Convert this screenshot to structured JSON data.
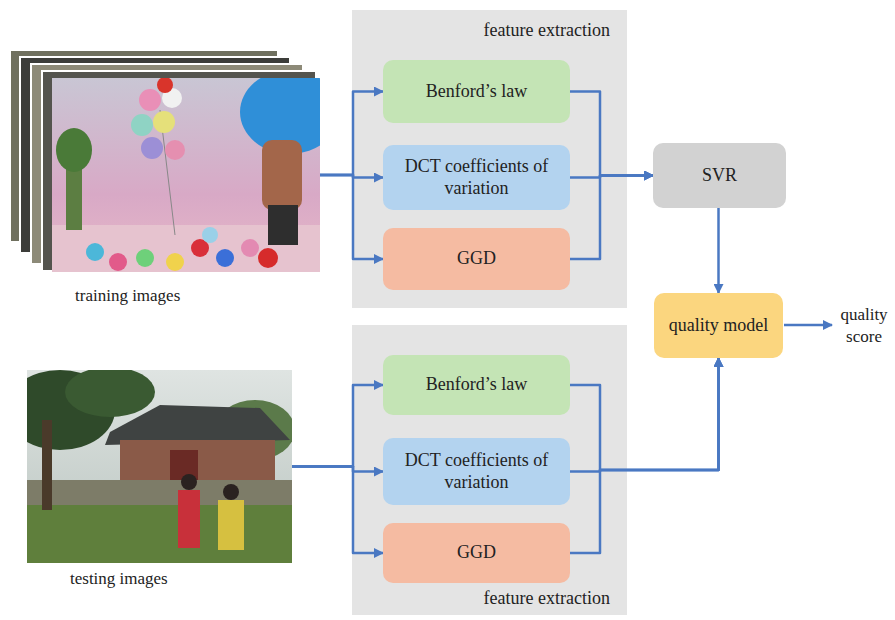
{
  "diagram": {
    "nodes": [
      {
        "text": [
          "training images"
        ]
      },
      {
        "text": [
          "feature extraction"
        ]
      },
      {
        "text": [
          "Benford’s law"
        ],
        "in": 1
      },
      {
        "text": [
          "DCT coefficients of variation"
        ],
        "in": 1
      },
      {
        "text": [
          "GGD"
        ],
        "in": 1
      },
      {
        "text": [
          "SVR"
        ]
      },
      {
        "text": [
          "quality model"
        ]
      },
      {
        "text": [
          "testing images"
        ]
      },
      {
        "text": [
          "feature extraction"
        ]
      },
      {
        "text": [
          "Benford’s law"
        ],
        "in": 8
      },
      {
        "text": [
          "DCT coefficients of variation"
        ],
        "in": 8
      },
      {
        "text": [
          "GGD"
        ],
        "in": 8
      }
    ],
    "edges": [
      {
        "from": 0,
        "to": 2,
        "arrow": "to"
      },
      {
        "from": 0,
        "to": 3,
        "arrow": "to"
      },
      {
        "from": 0,
        "to": 4,
        "arrow": "to"
      },
      {
        "from": 2,
        "to": 5,
        "arrow": "to"
      },
      {
        "from": 3,
        "to": 5,
        "arrow": "to"
      },
      {
        "from": 4,
        "to": 5,
        "arrow": "to"
      },
      {
        "from": 5,
        "to": 6,
        "arrow": "to"
      },
      {
        "from": 7,
        "to": 9,
        "arrow": "to"
      },
      {
        "from": 7,
        "to": 10,
        "arrow": "to"
      },
      {
        "from": 7,
        "to": 11,
        "arrow": "to"
      },
      {
        "from": 9,
        "to": 6,
        "arrow": "to"
      },
      {
        "from": 10,
        "to": 6,
        "arrow": "to"
      },
      {
        "from": 11,
        "to": 6,
        "arrow": "to"
      }
    ],
    "labels": [
      "quality score"
    ]
  }
}
